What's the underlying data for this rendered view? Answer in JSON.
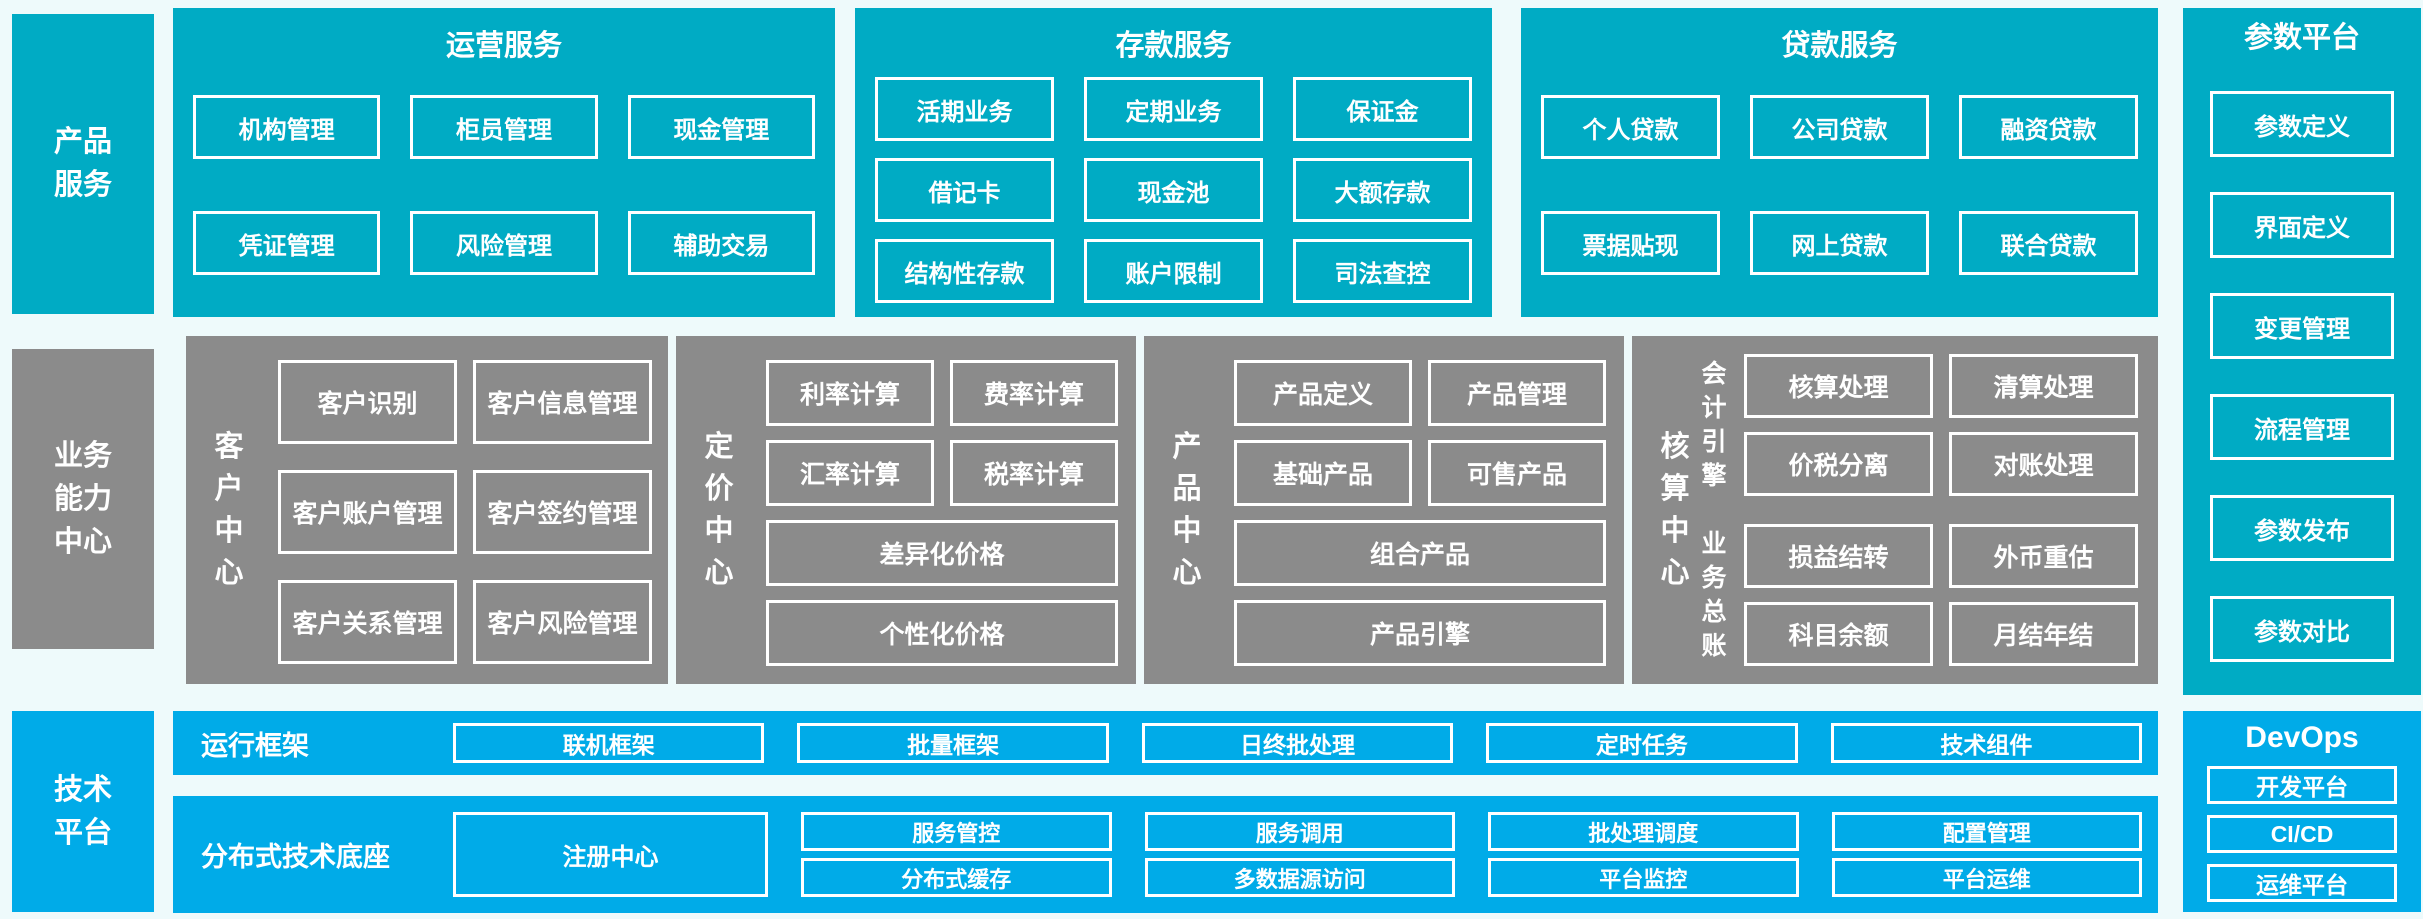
{
  "palette": {
    "teal": "#00abc4",
    "gray": "#8b8b8b",
    "blue": "#00abe8",
    "background": "#eefafb",
    "box_border": "#ffffff",
    "text": "#ffffff"
  },
  "rails": {
    "products": "产品服务",
    "business": "业务能力中心",
    "tech": "技术平台"
  },
  "product_services": {
    "operations": {
      "title": "运营服务",
      "boxes": [
        "机构管理",
        "柜员管理",
        "现金管理",
        "凭证管理",
        "风险管理",
        "辅助交易"
      ]
    },
    "deposits": {
      "title": "存款服务",
      "boxes": [
        "活期业务",
        "定期业务",
        "保证金",
        "借记卡",
        "现金池",
        "大额存款",
        "结构性存款",
        "账户限制",
        "司法查控"
      ]
    },
    "loans": {
      "title": "贷款服务",
      "boxes": [
        "个人贷款",
        "公司贷款",
        "融资贷款",
        "票据贴现",
        "网上贷款",
        "联合贷款"
      ]
    }
  },
  "param_platform": {
    "title": "参数平台",
    "boxes": [
      "参数定义",
      "界面定义",
      "变更管理",
      "流程管理",
      "参数发布",
      "参数对比"
    ]
  },
  "business_centers": {
    "customer": {
      "label": "客户中心",
      "boxes": [
        "客户识别",
        "客户信息管理",
        "客户账户管理",
        "客户签约管理",
        "客户关系管理",
        "客户风险管理"
      ]
    },
    "pricing": {
      "label": "定价中心",
      "boxes": [
        "利率计算",
        "费率计算",
        "汇率计算",
        "税率计算"
      ],
      "wide_boxes": [
        "差异化价格",
        "个性化价格"
      ]
    },
    "product": {
      "label": "产品中心",
      "boxes": [
        "产品定义",
        "产品管理",
        "基础产品",
        "可售产品"
      ],
      "wide_boxes": [
        "组合产品",
        "产品引擎"
      ]
    },
    "accounting": {
      "label": "核算中心",
      "groups": [
        {
          "label": "会计引擎",
          "boxes": [
            "核算处理",
            "清算处理",
            "价税分离",
            "对账处理"
          ]
        },
        {
          "label": "业务总账",
          "boxes": [
            "损益结转",
            "外币重估",
            "科目余额",
            "月结年结"
          ]
        }
      ]
    }
  },
  "tech_platform": {
    "runtime": {
      "label": "运行框架",
      "boxes": [
        "联机框架",
        "批量框架",
        "日终批处理",
        "定时任务",
        "技术组件"
      ]
    },
    "distributed": {
      "label": "分布式技术底座",
      "registry": "注册中心",
      "rows": [
        [
          "服务管控",
          "服务调用",
          "批处理调度",
          "配置管理"
        ],
        [
          "分布式缓存",
          "多数据源访问",
          "平台监控",
          "平台运维"
        ]
      ]
    },
    "devops": {
      "title": "DevOps",
      "boxes": [
        "开发平台",
        "CI/CD",
        "运维平台"
      ]
    }
  }
}
